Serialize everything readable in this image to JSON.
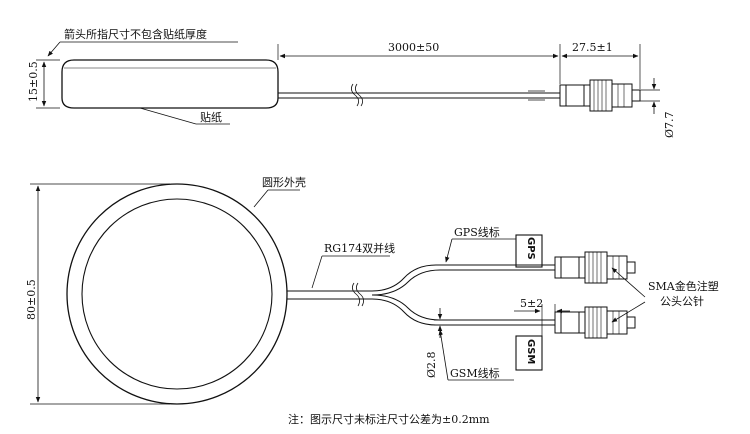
{
  "top_view": {
    "arrow_note": "箭头所指尺寸不包含贴纸厚度",
    "height_dim": "15±0.5",
    "cable_length_dim": "3000±50",
    "connector_length_dim": "27.5±1",
    "sticker_label": "贴纸",
    "connector_diameter_dim": "Ø7.7"
  },
  "bottom_view": {
    "housing_label": "圆形外壳",
    "diameter_dim": "80±0.5",
    "cable_label": "RG174双并线",
    "gps_marker_label": "GPS线标",
    "gps_tag_text": "GPS",
    "gsm_marker_label": "GSM线标",
    "gsm_tag_text": "GSM",
    "marker_offset_dim": "5±2",
    "marker_diameter_dim": "Ø2.8",
    "connector_label_line1": "SMA金色注塑",
    "connector_label_line2": "公头公针"
  },
  "footnote": "注：图示尺寸未标注尺寸公差为±0.2mm"
}
